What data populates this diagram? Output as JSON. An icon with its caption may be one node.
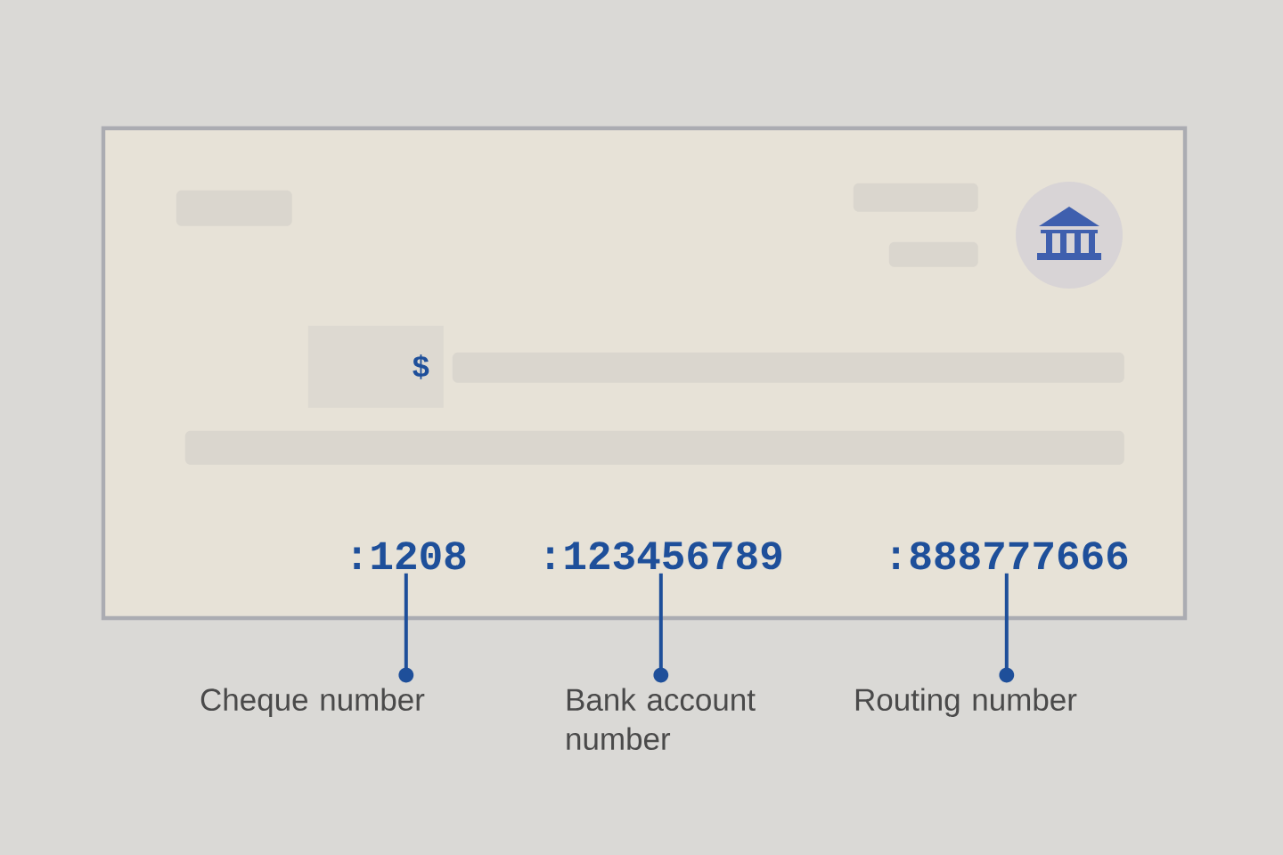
{
  "diagram": {
    "nodes": [
      {
        "text": [],
        "shape": "box"
      },
      {
        "text": [
          "$"
        ],
        "in": 0
      },
      {
        "text": [
          ":1208"
        ],
        "in": 0
      },
      {
        "text": [
          ":123456789"
        ],
        "in": 0
      },
      {
        "text": [
          ":888777666"
        ],
        "in": 0
      },
      {
        "text": [
          "Cheque number"
        ]
      },
      {
        "text": [
          "Bank account number"
        ]
      },
      {
        "text": [
          "Routing number"
        ]
      }
    ],
    "edges": [
      {
        "from": 5,
        "to": 2,
        "arrow": "other"
      },
      {
        "from": 6,
        "to": 3,
        "arrow": "other"
      },
      {
        "from": 7,
        "to": 4,
        "arrow": "other"
      }
    ]
  }
}
